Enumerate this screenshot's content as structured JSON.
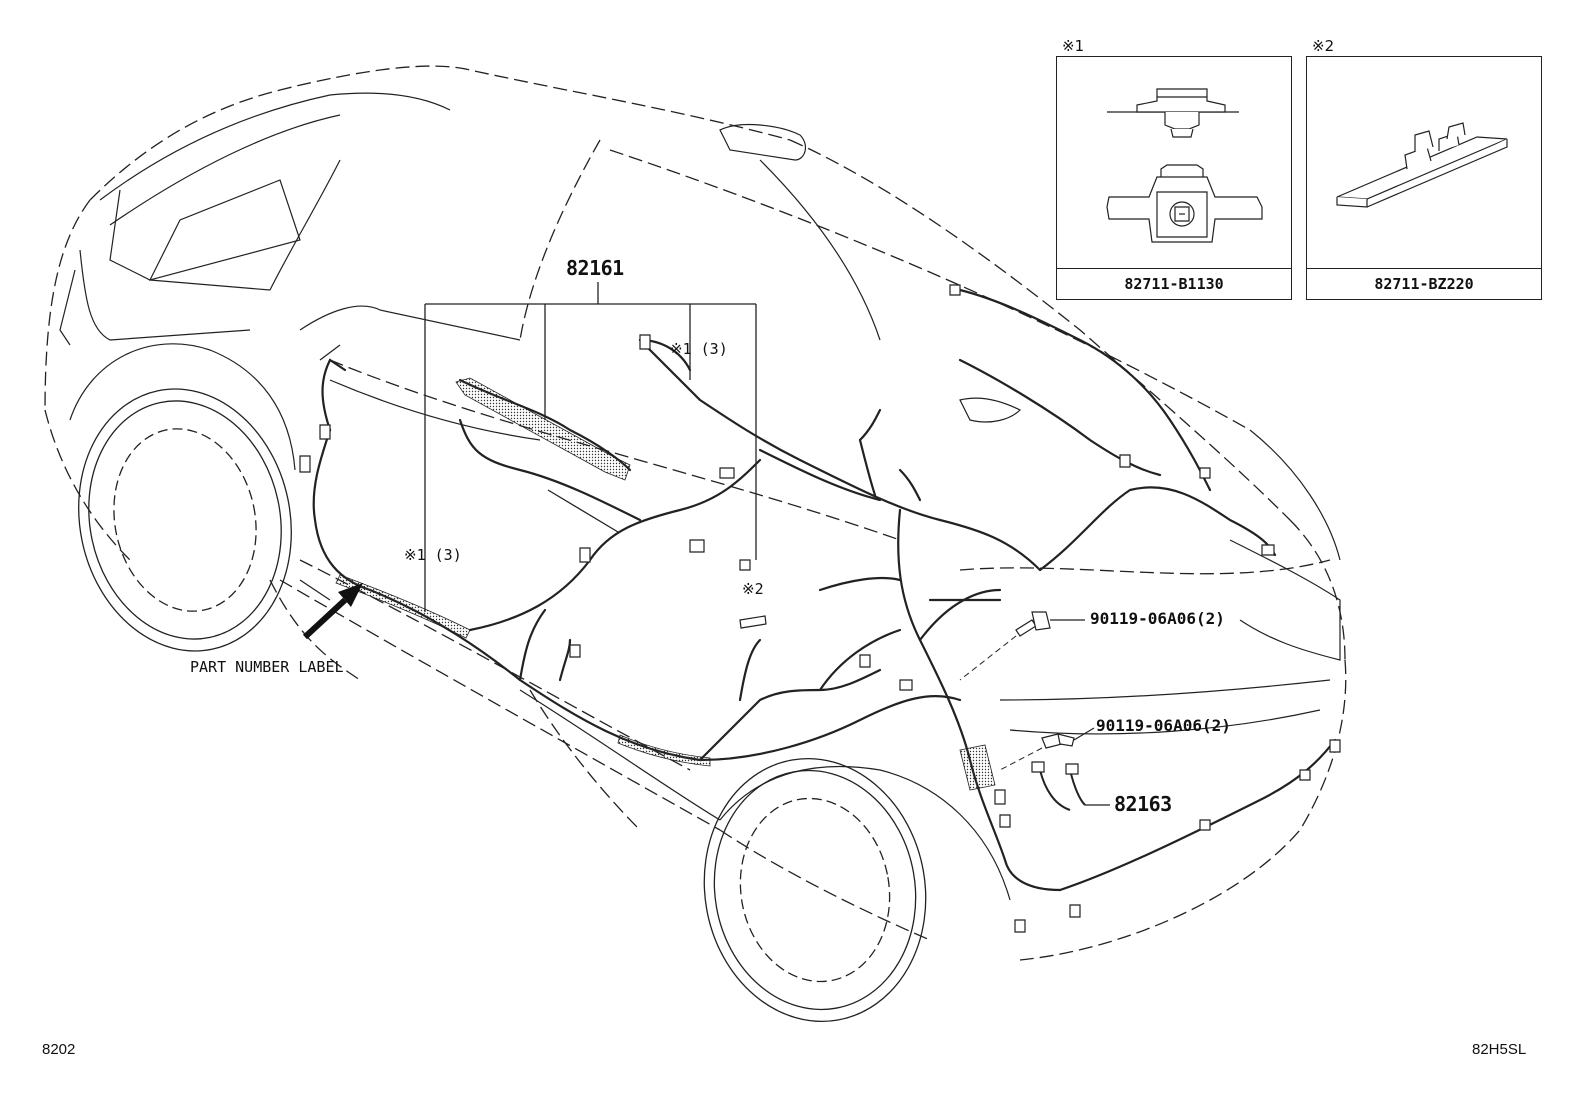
{
  "diagram": {
    "main_part_label": "82161",
    "clip1_qty_label_upper": "※1 (3)",
    "clip1_qty_label_left": "※1 (3)",
    "clip2_label": "※2",
    "bolt1_label": "90119-06A06(2)",
    "bolt2_label": "90119-06A06(2)",
    "harness2_label": "82163",
    "part_number_label": "PART NUMBER LABEL",
    "footer_left": "8202",
    "footer_right": "82H5SL"
  },
  "insets": [
    {
      "tag": "※1",
      "part_number": "82711-B1130",
      "icon": "clip-icon"
    },
    {
      "tag": "※2",
      "part_number": "82711-BZ220",
      "icon": "clamp-icon"
    }
  ]
}
